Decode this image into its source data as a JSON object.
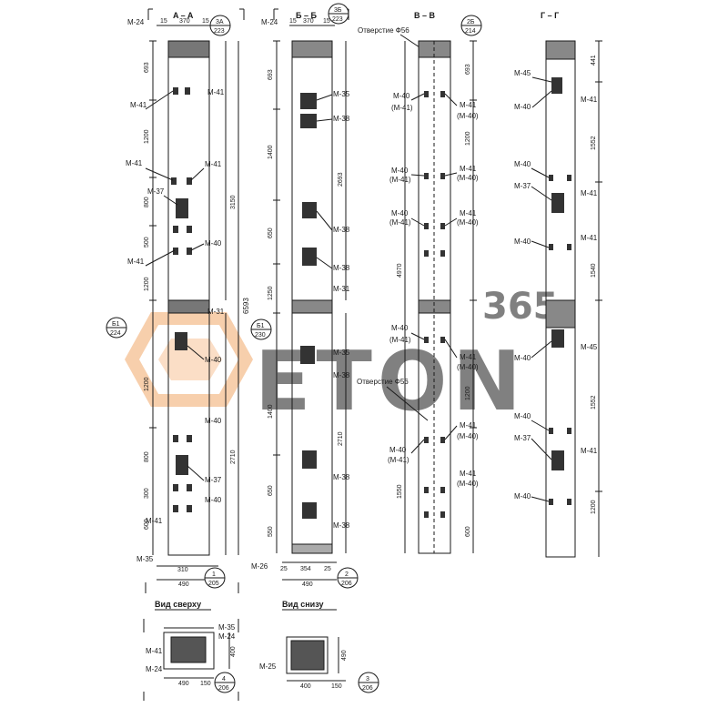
{
  "sections": [
    {
      "title": "A – A",
      "total_dim": "6593",
      "top_dims": [
        "15",
        "370",
        "15"
      ],
      "bottom_dims": [
        "310",
        "490"
      ],
      "bottom_note": "Вид сверху",
      "marks": [
        "M-24",
        "M-41",
        "M-41",
        "M-41",
        "M-37",
        "M-40",
        "M-41",
        "M-41",
        "M-31",
        "M-40",
        "M-40",
        "M-37",
        "M-40",
        "M-41",
        "M-35"
      ],
      "dims": [
        "693",
        "1200",
        "800",
        "500",
        "1200",
        "1200",
        "800",
        "300",
        "600",
        "3150",
        "2710"
      ]
    },
    {
      "title": "Б – Б",
      "top_dims": [
        "15",
        "370",
        "15"
      ],
      "bottom_dims": [
        "25",
        "354",
        "25",
        "490"
      ],
      "bottom_note": "Вид снизу",
      "marks": [
        "M-24",
        "M-35",
        "M-38",
        "M-38",
        "M-38",
        "M-31",
        "M-35",
        "M-38",
        "M-38",
        "M-38",
        "M-26"
      ],
      "dims": [
        "693",
        "1400",
        "2693",
        "650",
        "1250",
        "1400",
        "2710",
        "650",
        "550"
      ]
    },
    {
      "title": "В – В",
      "hole_label": "Отверстие Ф56",
      "marks": [
        "M-40",
        "(M-41)",
        "M-41",
        "(M-40)",
        "M-40",
        "(M-41)",
        "M-41",
        "(M-40)",
        "M-40",
        "(M-41)",
        "M-41",
        "(M-40)",
        "M-40",
        "(M-41)",
        "M-41",
        "(M-40)",
        "M-41",
        "(M-40)",
        "M-40",
        "(M-41)",
        "M-41",
        "(M-40)"
      ],
      "dims": [
        "693",
        "1200",
        "4970",
        "1200",
        "1550",
        "600"
      ]
    },
    {
      "title": "Г – Г",
      "marks": [
        "M-45",
        "M-40",
        "M-41",
        "M-40",
        "M-37",
        "M-41",
        "M-40",
        "M-41",
        "M-45",
        "M-40",
        "M-40",
        "M-37",
        "M-41",
        "M-40"
      ],
      "dims": [
        "441",
        "1552",
        "1540",
        "1552",
        "1200"
      ]
    }
  ],
  "callouts": [
    {
      "id": "3a",
      "num": "3A",
      "den": "223"
    },
    {
      "id": "3b",
      "num": "3Б",
      "den": "223"
    },
    {
      "id": "2b",
      "num": "2Б",
      "den": "214"
    },
    {
      "id": "b1a",
      "num": "Б1",
      "den": "224"
    },
    {
      "id": "b1b",
      "num": "Б1",
      "den": "230"
    },
    {
      "id": "c1",
      "num": "1",
      "den": "205"
    },
    {
      "id": "c2",
      "num": "2",
      "den": "206"
    },
    {
      "id": "c3",
      "num": "3",
      "den": "206"
    },
    {
      "id": "c4",
      "num": "4",
      "den": "206"
    }
  ],
  "plan_views": {
    "top": {
      "marks": [
        "M-35",
        "M-24",
        "M-24",
        "M-41"
      ],
      "dims": [
        "490",
        "150",
        "400"
      ]
    },
    "bottom": {
      "marks": [
        "M-25"
      ],
      "dims": [
        "400",
        "150",
        "490"
      ]
    }
  },
  "watermark": {
    "number": "365",
    "text": "ETON"
  },
  "colors": {
    "ink": "#1a1a1a",
    "hatch": "#2a2a2a",
    "watermark_orange": "#f2a86a",
    "watermark_grey": "#c8c8c8"
  }
}
